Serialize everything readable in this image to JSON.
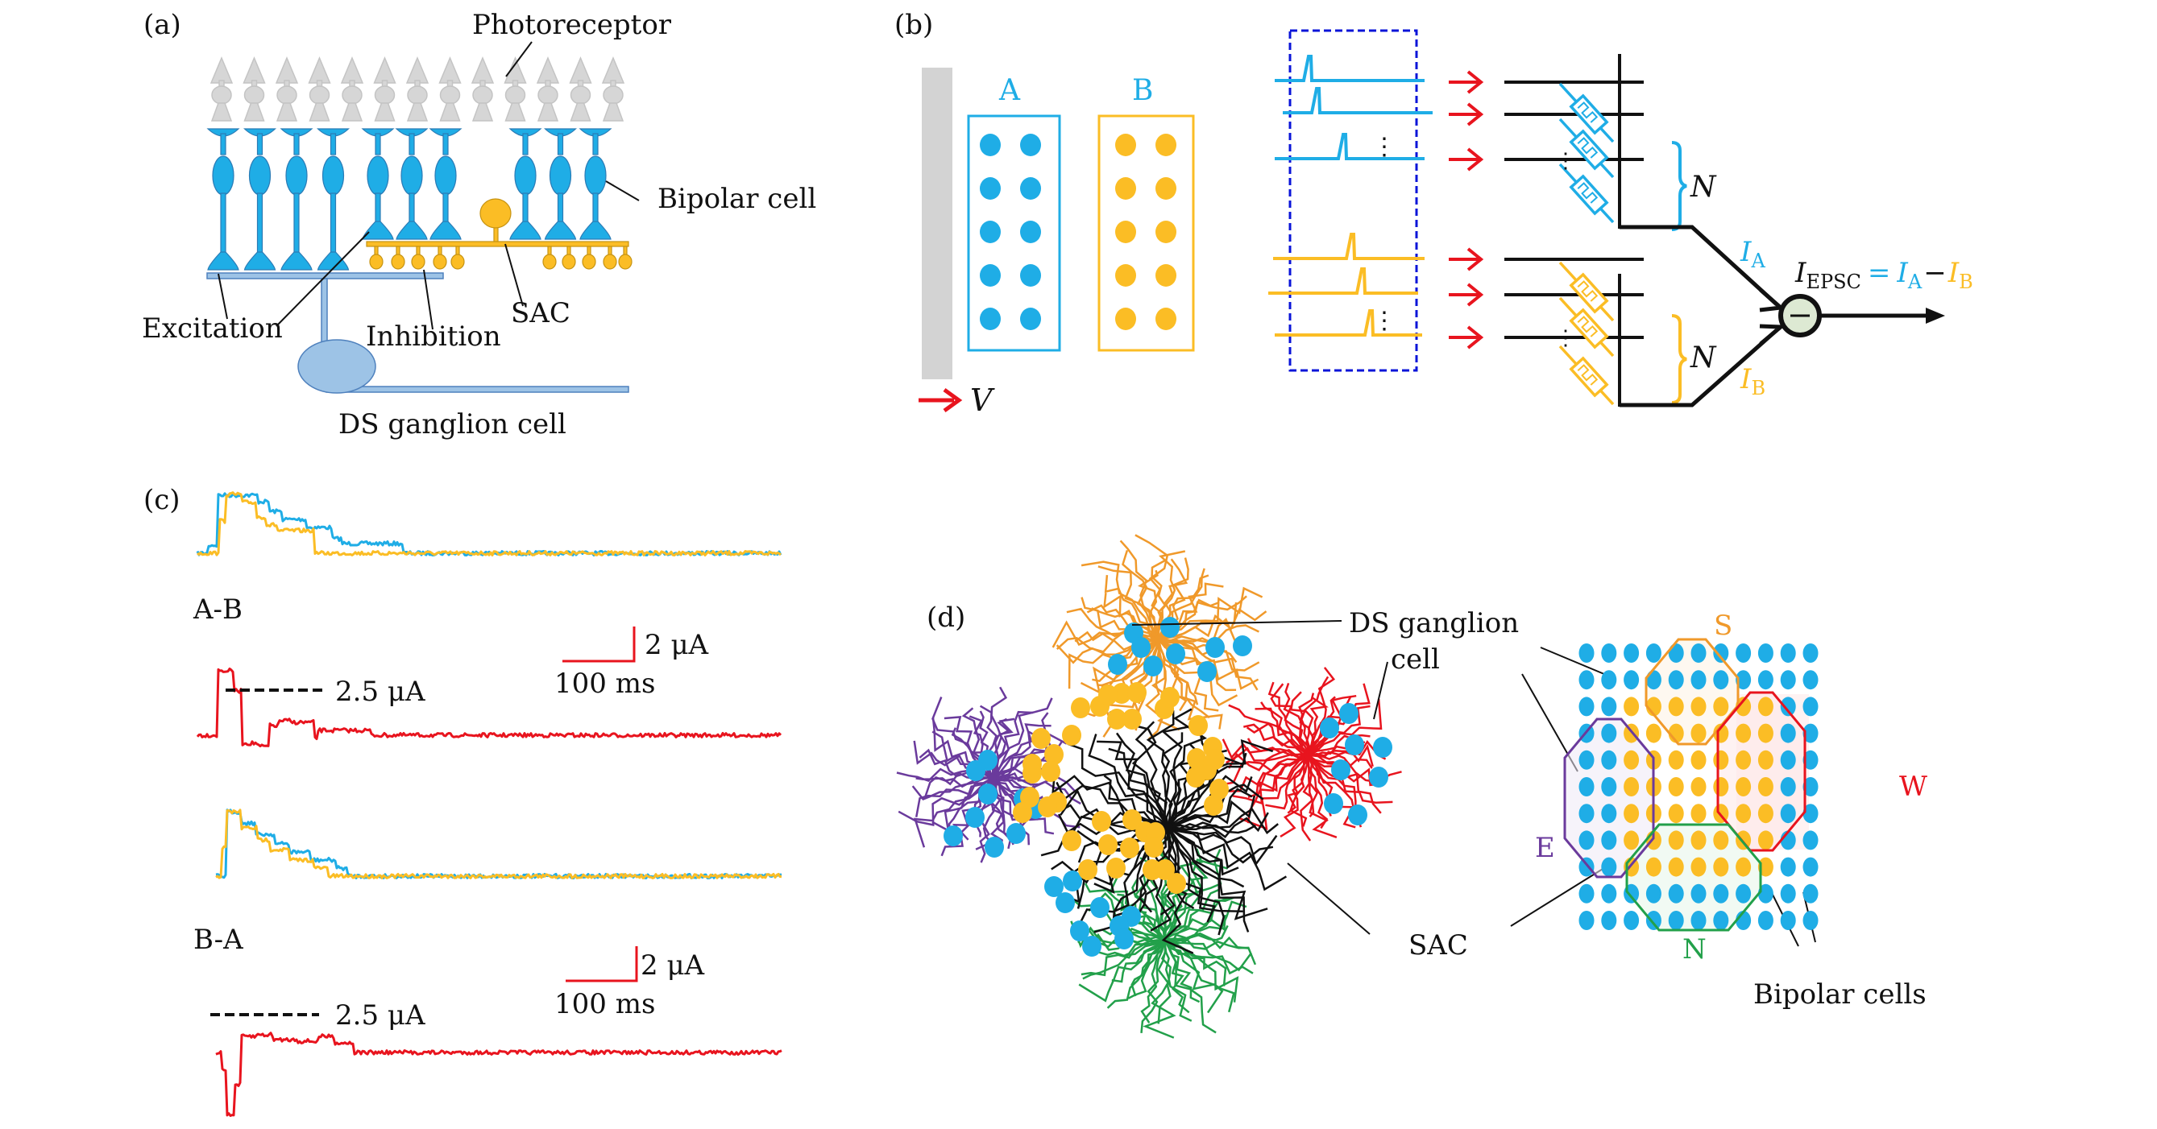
{
  "colors": {
    "bipolar_blue": "#1fade6",
    "sac_yellow": "#fbbd25",
    "photoreceptor_gray": "#d6d6d6",
    "ganglion_blue": "#9dc3e6",
    "red": "#e8141e",
    "dashed_box_blue": "#0a14d8",
    "orange_ds": "#f0992a",
    "purple_ds": "#6a3a9c",
    "green_ds": "#22a04a",
    "red_ds": "#e8141e",
    "black": "#111111",
    "subtract_fill": "#dde9d3"
  },
  "panel_a": {
    "label": "(a)",
    "photoreceptor_label": "Photoreceptor",
    "bipolar_label": "Bipolar cell",
    "excitation_label": "Excitation",
    "inhibition_label": "Inhibition",
    "sac_label": "SAC",
    "ganglion_label": "DS ganglion cell",
    "photoreceptor_count": 13,
    "bipolar_long_count": 4,
    "bipolar_short_left_count": 3,
    "bipolar_short_right_count": 3
  },
  "panel_b": {
    "label": "(b)",
    "group_a_label": "A",
    "group_b_label": "B",
    "velocity_label": "V",
    "dots_per_group": 10,
    "n_label_top": "N",
    "n_label_bottom": "N",
    "ia_label": "I",
    "ia_sub": "A",
    "ib_label": "I",
    "ib_sub": "B",
    "subtract_symbol": "−",
    "equation": {
      "lhs": "I",
      "lhs_sub": "EPSC",
      "eq": "=",
      "t1": "I",
      "t1_sub": "A",
      "minus": "−",
      "t2": "I",
      "t2_sub": "B"
    },
    "ellipsis": "⋮"
  },
  "panel_c": {
    "label": "(c)",
    "traces": [
      {
        "name": "A-B",
        "label": "A-B",
        "scale_current": "2 μA",
        "scale_time": "100 ms",
        "threshold_label": "2.5 μA"
      },
      {
        "name": "B-A",
        "label": "B-A",
        "scale_current": "2 μA",
        "scale_time": "100 ms",
        "threshold_label": "2.5 μA"
      }
    ]
  },
  "panel_d": {
    "label": "(d)",
    "ds_ganglion_label_1": "DS ganglion",
    "ds_ganglion_label_2": "cell",
    "sac_label": "SAC",
    "bipolar_label": "Bipolar cells",
    "direction_labels": {
      "S": "S",
      "W": "W",
      "E": "E",
      "N": "N"
    },
    "grid_rows": 11,
    "grid_cols": 11,
    "sac_region": {
      "row_start": 2,
      "row_end": 8,
      "col_start": 2,
      "col_end": 8
    }
  }
}
